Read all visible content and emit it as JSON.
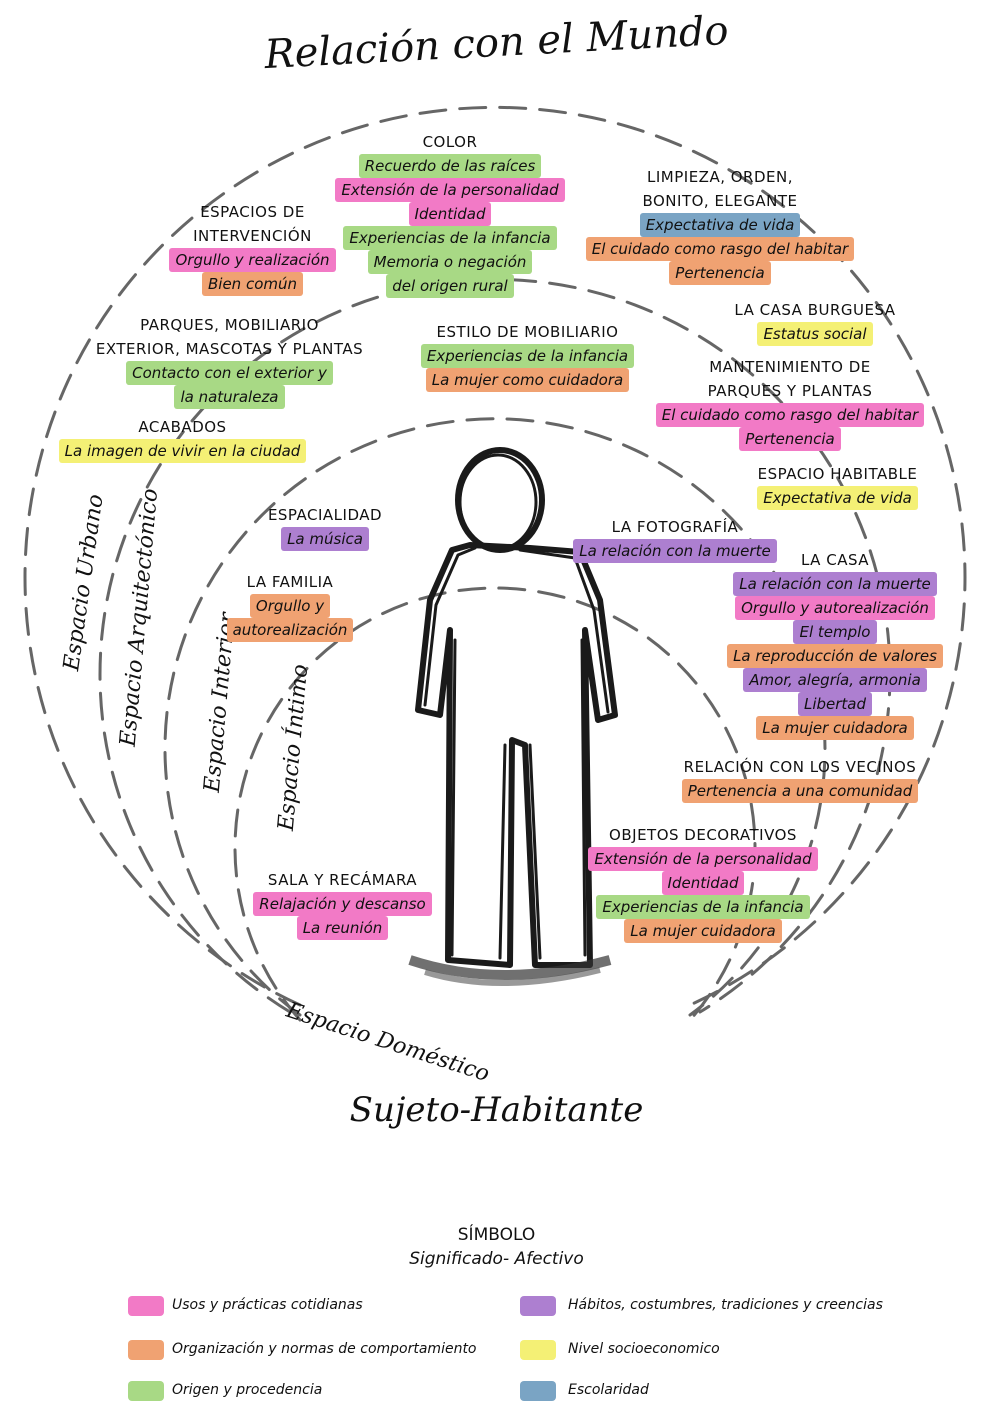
{
  "colors": {
    "pink": "#f27ac6",
    "orange": "#f0a272",
    "green": "#a8d985",
    "purple": "#ad7fd0",
    "yellow": "#f4f075",
    "blue": "#7aa4c4"
  },
  "title_top": "Relación con el Mundo",
  "title_bottom": "Sujeto-Habitante",
  "rings": {
    "urbano": "Espacio Urbano",
    "arquitectonico": "Espacio Arquitectónico",
    "interior": "Espacio Interior",
    "intimo": "Espacio Íntimo",
    "domestico": "Espacio Doméstico"
  },
  "groups": {
    "color": {
      "title": "COLOR",
      "items": [
        {
          "text": "Recuerdo de las raíces",
          "color": "green"
        },
        {
          "text": "Extensión de la personalidad",
          "color": "pink"
        },
        {
          "text": "Identidad",
          "color": "pink"
        },
        {
          "text": "Experiencias de la infancia",
          "color": "green"
        },
        {
          "text": "Memoria o negación",
          "color": "green"
        },
        {
          "text": "del origen rural",
          "color": "green"
        }
      ]
    },
    "limpieza": {
      "title1": "LIMPIEZA, ORDEN,",
      "title2": "BONITO, ELEGANTE",
      "items": [
        {
          "text": "Expectativa de vida",
          "color": "blue"
        },
        {
          "text": "El cuidado como rasgo del habitar",
          "color": "orange"
        },
        {
          "text": "Pertenencia",
          "color": "orange"
        }
      ]
    },
    "espacios_intervencion": {
      "title1": "ESPACIOS DE",
      "title2": "INTERVENCIÓN",
      "items": [
        {
          "text": "Orgullo y realización",
          "color": "pink"
        },
        {
          "text": "Bien común",
          "color": "orange"
        }
      ]
    },
    "casa_burguesa": {
      "title": "LA CASA BURGUESA",
      "items": [
        {
          "text": "Estatus social",
          "color": "yellow"
        }
      ]
    },
    "parques": {
      "title1": "PARQUES, MOBILIARIO",
      "title2": "EXTERIOR, MASCOTAS  Y PLANTAS",
      "items": [
        {
          "text": "Contacto con el exterior y",
          "color": "green"
        },
        {
          "text": "la naturaleza",
          "color": "green"
        }
      ]
    },
    "estilo_mobiliario": {
      "title": "ESTILO DE MOBILIARIO",
      "items": [
        {
          "text": "Experiencias de la infancia",
          "color": "green"
        },
        {
          "text": "La mujer como cuidadora",
          "color": "orange"
        }
      ]
    },
    "mantenimiento": {
      "title1": "MANTENIMIENTO DE",
      "title2": "PARQUES Y PLANTAS",
      "items": [
        {
          "text": "El cuidado como rasgo del habitar",
          "color": "pink"
        },
        {
          "text": "Pertenencia",
          "color": "pink"
        }
      ]
    },
    "acabados": {
      "title": "ACABADOS",
      "items": [
        {
          "text": "La imagen de vivir en la ciudad",
          "color": "yellow"
        }
      ]
    },
    "espacio_habitable": {
      "title": "ESPACIO HABITABLE",
      "items": [
        {
          "text": "Expectativa de vida",
          "color": "yellow"
        }
      ]
    },
    "espacialidad": {
      "title": "ESPACIALIDAD",
      "items": [
        {
          "text": "La música",
          "color": "purple"
        }
      ]
    },
    "fotografia": {
      "title": "LA FOTOGRAFÍA",
      "items": [
        {
          "text": "La relación con la muerte",
          "color": "purple"
        }
      ]
    },
    "la_casa": {
      "title": "LA CASA",
      "items": [
        {
          "text": "La relación con la muerte",
          "color": "purple"
        },
        {
          "text": "Orgullo y autorealización",
          "color": "pink"
        },
        {
          "text": "El templo",
          "color": "purple"
        },
        {
          "text": "La reproducción de valores",
          "color": "orange"
        },
        {
          "text": "Amor, alegría, armonia",
          "color": "purple"
        },
        {
          "text": "Libertad",
          "color": "purple"
        },
        {
          "text": "La mujer cuidadora",
          "color": "orange"
        }
      ]
    },
    "familia": {
      "title": "LA FAMILIA",
      "items": [
        {
          "text": "Orgullo y",
          "color": "orange"
        },
        {
          "text": "autorealización",
          "color": "orange"
        }
      ]
    },
    "vecinos": {
      "title": "RELACIÓN CON LOS VECINOS",
      "items": [
        {
          "text": "Pertenencia a una comunidad",
          "color": "orange"
        }
      ]
    },
    "objetos": {
      "title": "OBJETOS DECORATIVOS",
      "items": [
        {
          "text": "Extensión de la personalidad",
          "color": "pink"
        },
        {
          "text": "Identidad",
          "color": "pink"
        },
        {
          "text": "Experiencias de la infancia",
          "color": "green"
        },
        {
          "text": "La mujer cuidadora",
          "color": "orange"
        }
      ]
    },
    "sala": {
      "title": "SALA Y RECÁMARA",
      "items": [
        {
          "text": "Relajación y descanso",
          "color": "pink"
        },
        {
          "text": "La reunión",
          "color": "pink"
        }
      ]
    }
  },
  "legend": {
    "title": "SÍMBOLO",
    "subtitle": "Significado- Afectivo",
    "items": [
      {
        "label": "Usos y prácticas cotidianas",
        "color": "pink"
      },
      {
        "label": "Hábitos, costumbres, tradiciones y creencias",
        "color": "purple"
      },
      {
        "label": "Organización y normas de comportamiento",
        "color": "orange"
      },
      {
        "label": "Nivel socioeconomico",
        "color": "yellow"
      },
      {
        "label": "Origen y procedencia",
        "color": "green"
      },
      {
        "label": "Escolaridad",
        "color": "blue"
      }
    ]
  }
}
